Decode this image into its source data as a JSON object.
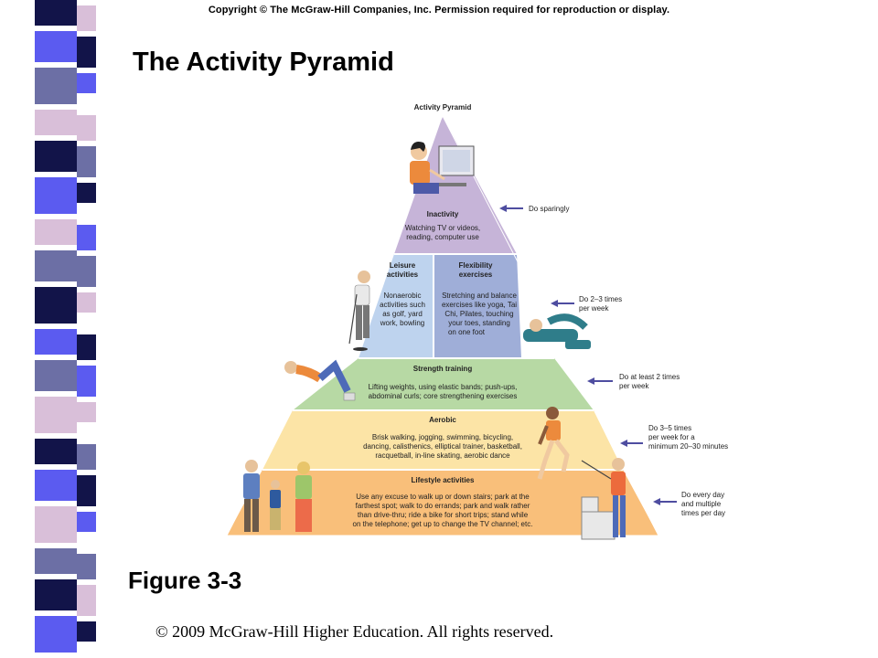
{
  "copyright": "Copyright © The McGraw-Hill Companies, Inc. Permission required for reproduction or display.",
  "slide_title": "The Activity Pyramid",
  "figure_label": "Figure 3-3",
  "footer": "© 2009 McGraw-Hill Higher Education. All rights reserved.",
  "pyramid": {
    "heading": "Activity Pyramid",
    "inactivity": {
      "title": "Inactivity",
      "lines": [
        "Watching TV or videos,",
        "reading, computer use"
      ]
    },
    "leisure": {
      "title_lines": [
        "Leisure",
        "activities"
      ],
      "lines": [
        "Nonaerobic",
        "activities such",
        "as golf, yard",
        "work, bowling"
      ]
    },
    "flexibility": {
      "title_lines": [
        "Flexibility",
        "exercises"
      ],
      "lines": [
        "Stretching and balance",
        "exercises like yoga, Tai",
        "Chi, Pilates, touching",
        "your toes, standing",
        "on one foot"
      ]
    },
    "strength": {
      "title": "Strength training",
      "lines": [
        "Lifting weights, using elastic bands; push-ups,",
        "abdominal curls; core strengthening exercises"
      ]
    },
    "aerobic": {
      "title": "Aerobic",
      "lines": [
        "Brisk walking, jogging, swimming, bicycling,",
        "dancing, calisthenics, elliptical trainer, basketball,",
        "racquetball, in-line skating, aerobic dance"
      ]
    },
    "lifestyle": {
      "title": "Lifestyle activities",
      "lines": [
        "Use any excuse to walk up or down stairs; park at the",
        "farthest spot; walk to do errands; park and walk rather",
        "than drive-thru; ride a bike for short trips; stand while",
        "on the telephone; get up to change the TV channel; etc."
      ]
    }
  },
  "frequency_notes": {
    "sparingly": [
      "Do sparingly"
    ],
    "two_three": [
      "Do 2–3 times",
      "per week"
    ],
    "at_least_two": [
      "Do at least 2 times",
      "per week"
    ],
    "three_five": [
      "Do 3–5 times",
      "per week for a",
      "minimum 20–30 minutes"
    ],
    "every_day": [
      "Do every day",
      "and multiple",
      "times per day"
    ]
  },
  "colors": {
    "inactivity": "#c6b4d8",
    "leisure": "#bed3ee",
    "flexibility": "#9faed8",
    "strength": "#b7d9a4",
    "aerobic": "#fce4a6",
    "lifestyle": "#f9bf7a",
    "arrow": "#4e4da0",
    "stripe_blue": "#5b5bf0",
    "stripe_navy": "#121449",
    "stripe_pink": "#d9bfd9",
    "stripe_slate": "#6c6fa5"
  }
}
